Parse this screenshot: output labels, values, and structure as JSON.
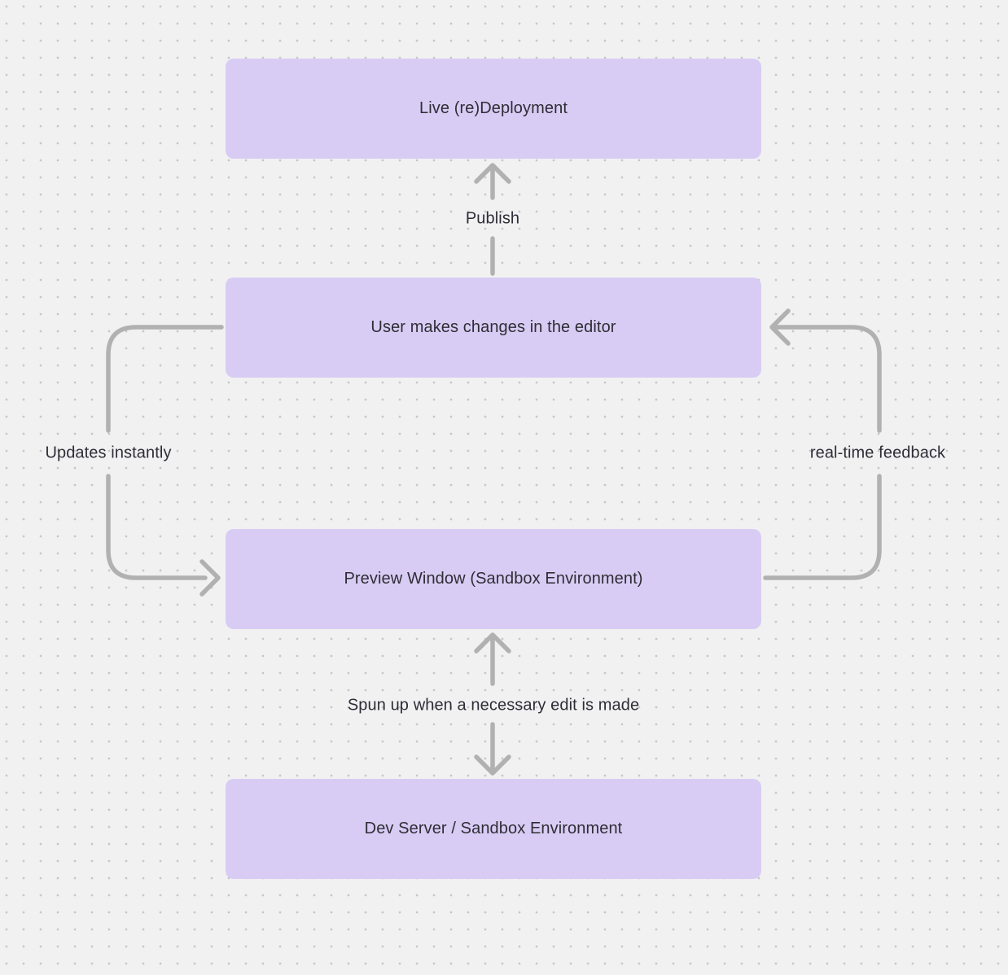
{
  "theme": {
    "canvas_bg": "#f2f1f2",
    "dot_color": "#c7c7c7",
    "node_fill": "#d8ccf4",
    "arrow_color": "#b1b1b1",
    "text_color": "#2f2d35"
  },
  "nodes": [
    {
      "id": "live-redeployment",
      "label": "Live (re)Deployment"
    },
    {
      "id": "user-editor",
      "label": "User makes changes in the editor"
    },
    {
      "id": "preview-window",
      "label": "Preview Window (Sandbox Environment)"
    },
    {
      "id": "dev-server",
      "label": "Dev Server / Sandbox Environment"
    }
  ],
  "edges": {
    "publish": {
      "label": "Publish",
      "from": "user-editor",
      "to": "live-redeployment"
    },
    "updates_instantly": {
      "label": "Updates instantly",
      "from": "user-editor",
      "to": "preview-window"
    },
    "realtime_feedback": {
      "label": "real-time feedback",
      "from": "preview-window",
      "to": "user-editor"
    },
    "spun_up": {
      "label": "Spun up when a necessary edit is made",
      "from": "preview-window",
      "to": "dev-server"
    }
  }
}
